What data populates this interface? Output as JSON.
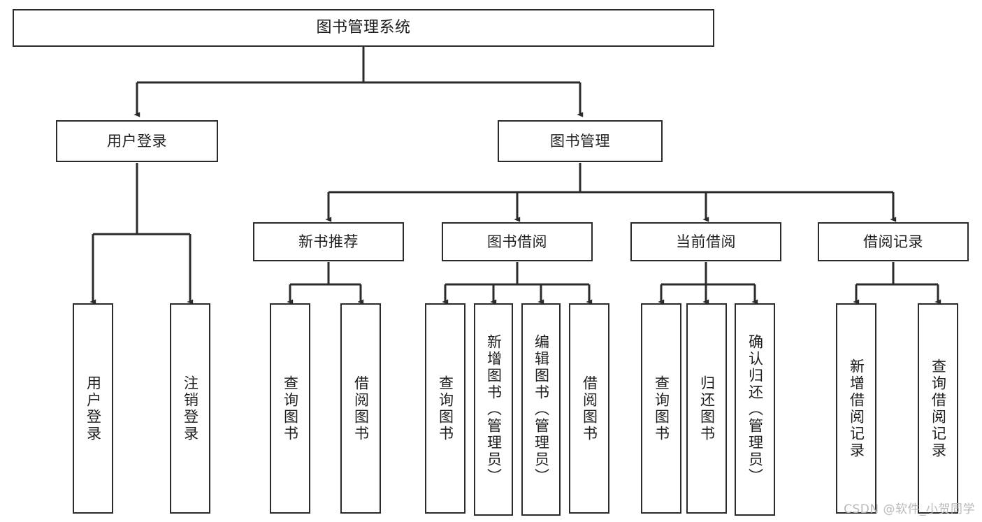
{
  "diagram": {
    "title": "图书管理系统",
    "type": "tree-hierarchy-chart",
    "watermark": "CSDN @软件_小贺同学",
    "colors": {
      "box_border": "#2b2b2b",
      "connector": "#2b2b2b",
      "box_fill": "#ffffff",
      "text": "#1d1d1d",
      "watermark": "#b9b9b9"
    },
    "nodes": {
      "root": {
        "label": "图书管理系统"
      },
      "level2": [
        {
          "label": "用户登录"
        },
        {
          "label": "图书管理"
        }
      ],
      "level3": [
        {
          "label": "新书推荐"
        },
        {
          "label": "图书借阅"
        },
        {
          "label": "当前借阅"
        },
        {
          "label": "借阅记录"
        }
      ],
      "leaves": {
        "user_login": [
          {
            "label": "用户登录"
          },
          {
            "label": "注销登录"
          }
        ],
        "new_book_recommend": [
          {
            "label": "查询图书"
          },
          {
            "label": "借阅图书"
          }
        ],
        "book_borrow": [
          {
            "label": "查询图书"
          },
          {
            "label": "新增图书（管理员）"
          },
          {
            "label": "编辑图书（管理员）"
          },
          {
            "label": "借阅图书"
          }
        ],
        "current_borrow": [
          {
            "label": "查询图书"
          },
          {
            "label": "归还图书"
          },
          {
            "label": "确认归还（管理员）"
          }
        ],
        "borrow_record": [
          {
            "label": "新增借阅记录"
          },
          {
            "label": "查询借阅记录"
          }
        ]
      }
    }
  }
}
